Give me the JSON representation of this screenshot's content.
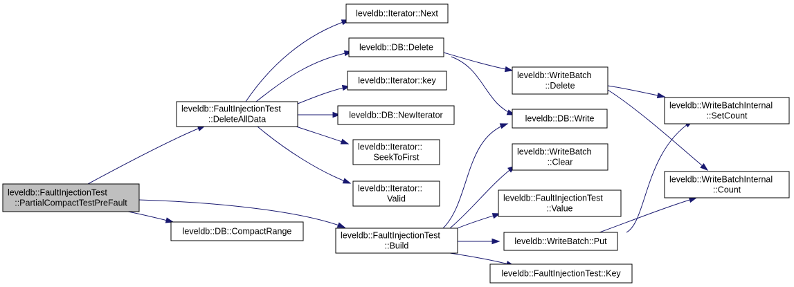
{
  "colors": {
    "edge": "#191970",
    "root_fill": "#bfbfbf",
    "node_fill": "#ffffff"
  },
  "nodes": [
    {
      "id": "root",
      "lines": [
        "leveldb::FaultInjectionTest",
        "::PartialCompactTestPreFault"
      ]
    },
    {
      "id": "deletealldata",
      "lines": [
        "leveldb::FaultInjectionTest",
        "::DeleteAllData"
      ]
    },
    {
      "id": "compactrange",
      "lines": [
        "leveldb::DB::CompactRange"
      ]
    },
    {
      "id": "build",
      "lines": [
        "leveldb::FaultInjectionTest",
        "::Build"
      ]
    },
    {
      "id": "iter_next",
      "lines": [
        "leveldb::Iterator::Next"
      ]
    },
    {
      "id": "db_delete",
      "lines": [
        "leveldb::DB::Delete"
      ]
    },
    {
      "id": "iter_key",
      "lines": [
        "leveldb::Iterator::key"
      ]
    },
    {
      "id": "db_newiterator",
      "lines": [
        "leveldb::DB::NewIterator"
      ]
    },
    {
      "id": "iter_seektofirst",
      "lines": [
        "leveldb::Iterator::",
        "SeekToFirst"
      ]
    },
    {
      "id": "iter_valid",
      "lines": [
        "leveldb::Iterator::",
        "Valid"
      ]
    },
    {
      "id": "wb_delete",
      "lines": [
        "leveldb::WriteBatch",
        "::Delete"
      ]
    },
    {
      "id": "db_write",
      "lines": [
        "leveldb::DB::Write"
      ]
    },
    {
      "id": "wb_clear",
      "lines": [
        "leveldb::WriteBatch",
        "::Clear"
      ]
    },
    {
      "id": "fit_value",
      "lines": [
        "leveldb::FaultInjectionTest",
        "::Value"
      ]
    },
    {
      "id": "wb_put",
      "lines": [
        "leveldb::WriteBatch::Put"
      ]
    },
    {
      "id": "fit_key",
      "lines": [
        "leveldb::FaultInjectionTest::Key"
      ]
    },
    {
      "id": "wbi_setcount",
      "lines": [
        "leveldb::WriteBatchInternal",
        "::SetCount"
      ]
    },
    {
      "id": "wbi_count",
      "lines": [
        "leveldb::WriteBatchInternal",
        "::Count"
      ]
    }
  ],
  "edges": [
    [
      "root",
      "deletealldata"
    ],
    [
      "root",
      "compactrange"
    ],
    [
      "root",
      "build"
    ],
    [
      "deletealldata",
      "iter_next"
    ],
    [
      "deletealldata",
      "db_delete"
    ],
    [
      "deletealldata",
      "iter_key"
    ],
    [
      "deletealldata",
      "db_newiterator"
    ],
    [
      "deletealldata",
      "iter_seektofirst"
    ],
    [
      "deletealldata",
      "iter_valid"
    ],
    [
      "db_delete",
      "wb_delete"
    ],
    [
      "db_delete",
      "db_write"
    ],
    [
      "wb_delete",
      "wbi_setcount"
    ],
    [
      "wb_delete",
      "wbi_count"
    ],
    [
      "build",
      "db_write"
    ],
    [
      "build",
      "wb_clear"
    ],
    [
      "build",
      "fit_value"
    ],
    [
      "build",
      "wb_put"
    ],
    [
      "build",
      "fit_key"
    ],
    [
      "wb_put",
      "wbi_setcount"
    ],
    [
      "wb_put",
      "wbi_count"
    ]
  ]
}
